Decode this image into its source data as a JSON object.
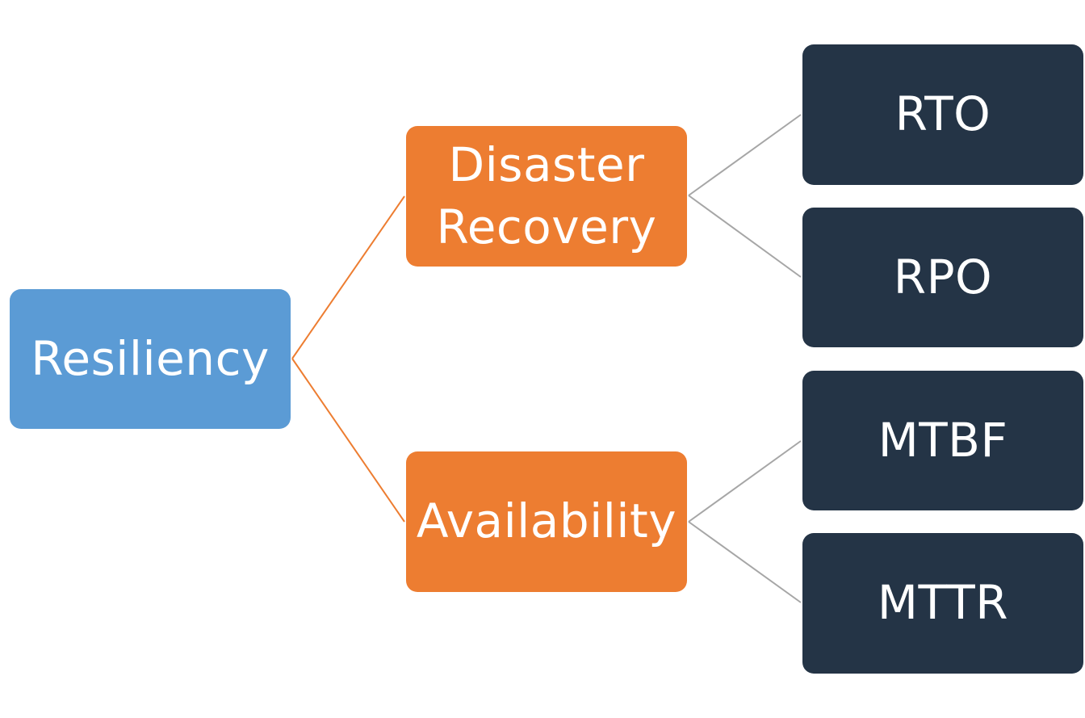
{
  "nodes": {
    "resiliency": {
      "label": "Resiliency"
    },
    "disaster_recovery": {
      "line1": "Disaster",
      "line2": "Recovery"
    },
    "availability": {
      "label": "Availability"
    },
    "rto": {
      "label": "RTO"
    },
    "rpo": {
      "label": "RPO"
    },
    "mtbf": {
      "label": "MTBF"
    },
    "mttr": {
      "label": "MTTR"
    }
  },
  "colors": {
    "root": "#5b9bd5",
    "branch": "#ed7d31",
    "leaf": "#243446",
    "root_connector": "#ed7d31",
    "leaf_connector": "#a6a6a6"
  }
}
